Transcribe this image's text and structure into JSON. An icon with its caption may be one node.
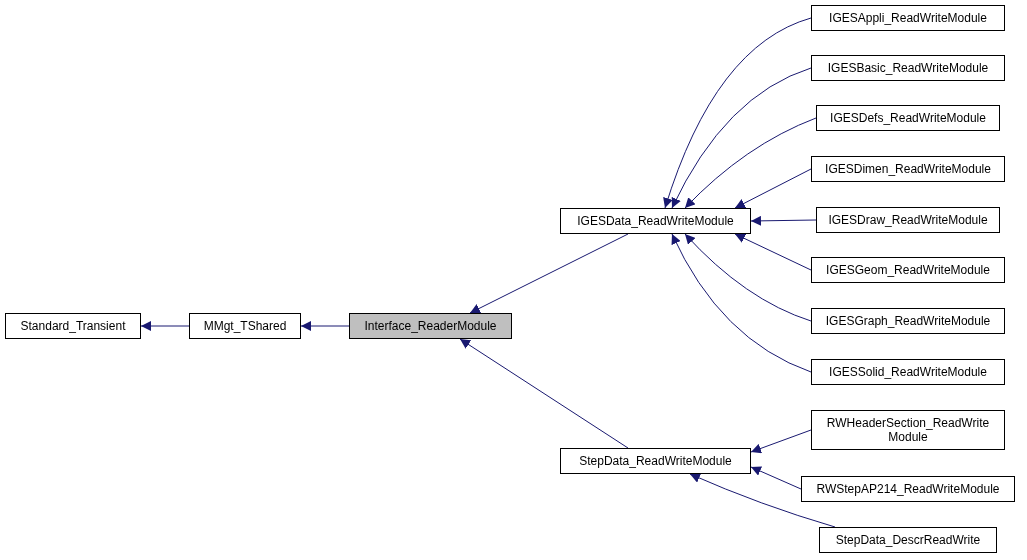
{
  "diagram": {
    "nodes": [
      {
        "text": [
          "Standard_Transient"
        ]
      },
      {
        "text": [
          "MMgt_TShared"
        ]
      },
      {
        "text": [
          "Interface_ReaderModule"
        ]
      },
      {
        "text": [
          "IGESData_ReadWriteModule"
        ]
      },
      {
        "text": [
          "StepData_ReadWriteModule"
        ]
      },
      {
        "text": [
          "IGESAppli_ReadWriteModule"
        ]
      },
      {
        "text": [
          "IGESBasic_ReadWriteModule"
        ]
      },
      {
        "text": [
          "IGESDefs_ReadWriteModule"
        ]
      },
      {
        "text": [
          "IGESDimen_ReadWriteModule"
        ]
      },
      {
        "text": [
          "IGESDraw_ReadWriteModule"
        ]
      },
      {
        "text": [
          "IGESGeom_ReadWriteModule"
        ]
      },
      {
        "text": [
          "IGESGraph_ReadWriteModule"
        ]
      },
      {
        "text": [
          "IGESSolid_ReadWriteModule"
        ]
      },
      {
        "text": [
          "RWHeaderSection_ReadWrite Module"
        ]
      },
      {
        "text": [
          "RWStepAP214_ReadWriteModule"
        ]
      },
      {
        "text": [
          "StepData_DescrReadWrite"
        ]
      }
    ],
    "edges": [
      {
        "from": 1,
        "to": 0,
        "arrow": "to"
      },
      {
        "from": 2,
        "to": 1,
        "arrow": "to"
      },
      {
        "from": 3,
        "to": 2,
        "arrow": "to"
      },
      {
        "from": 4,
        "to": 2,
        "arrow": "to"
      },
      {
        "from": 5,
        "to": 3,
        "arrow": "to"
      },
      {
        "from": 6,
        "to": 3,
        "arrow": "to"
      },
      {
        "from": 7,
        "to": 3,
        "arrow": "to"
      },
      {
        "from": 8,
        "to": 3,
        "arrow": "to"
      },
      {
        "from": 9,
        "to": 3,
        "arrow": "to"
      },
      {
        "from": 10,
        "to": 3,
        "arrow": "to"
      },
      {
        "from": 11,
        "to": 3,
        "arrow": "to"
      },
      {
        "from": 12,
        "to": 3,
        "arrow": "to"
      },
      {
        "from": 13,
        "to": 4,
        "arrow": "to"
      },
      {
        "from": 14,
        "to": 4,
        "arrow": "to"
      },
      {
        "from": 15,
        "to": 4,
        "arrow": "to"
      }
    ]
  }
}
